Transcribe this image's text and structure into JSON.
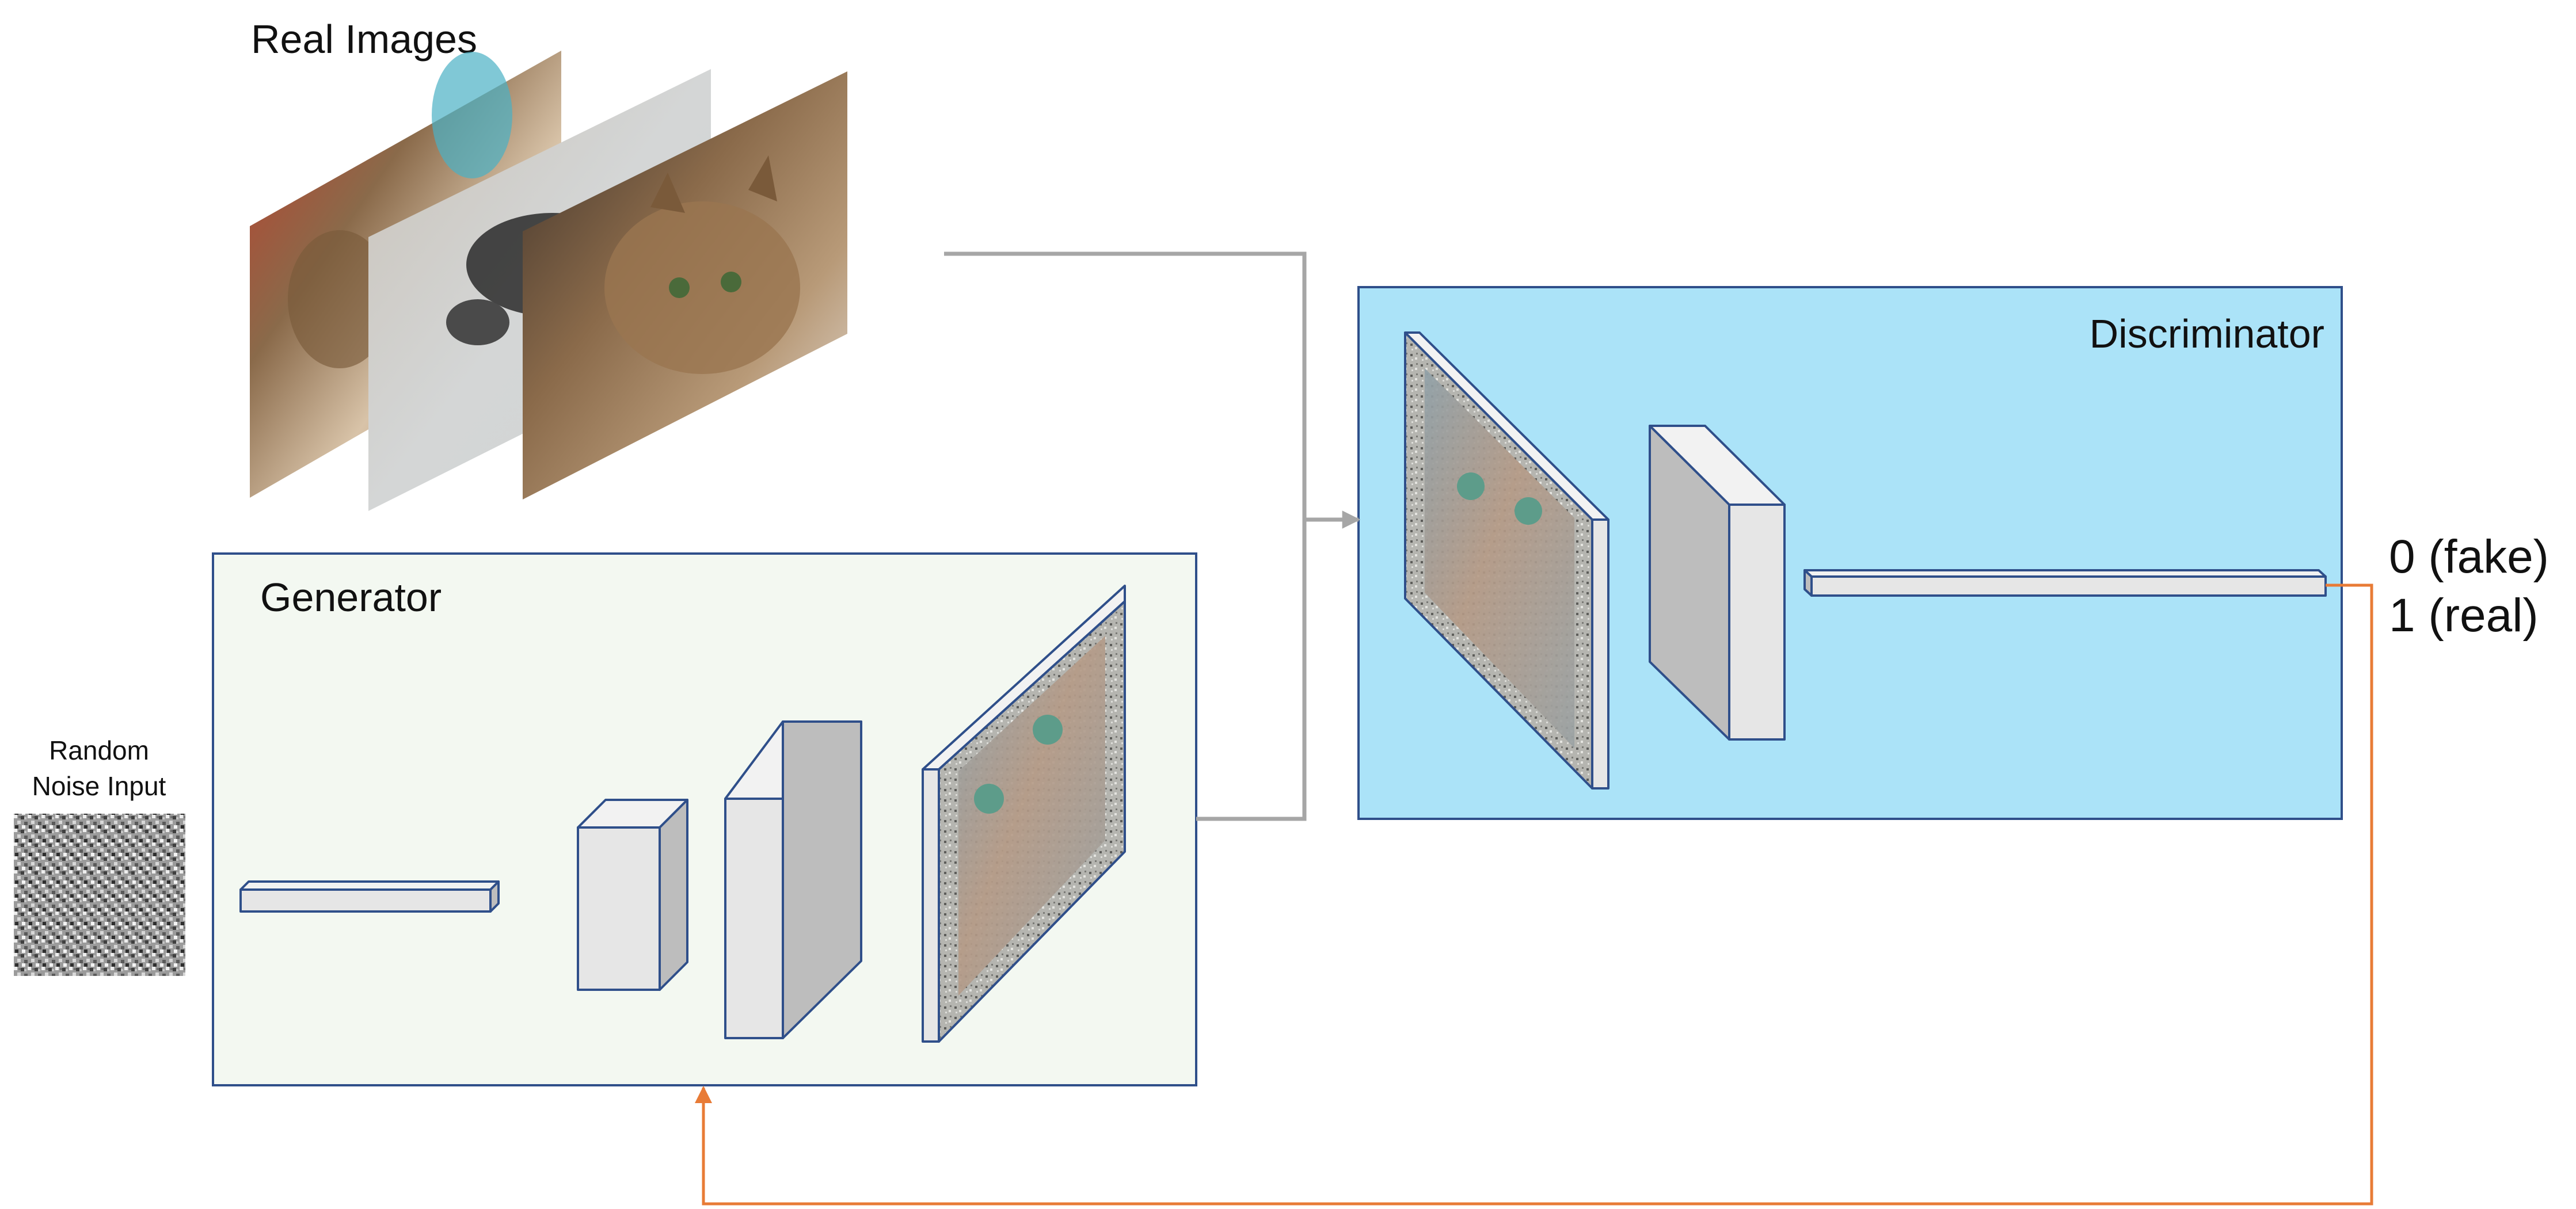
{
  "labels": {
    "real_images": "Real Images",
    "generator": "Generator",
    "discriminator": "Discriminator",
    "noise_line1": "Random",
    "noise_line2": "Noise Input",
    "output_fake": "0 (fake)",
    "output_real": "1 (real)"
  },
  "colors": {
    "generator_fill": "#f3f8f1",
    "discriminator_fill": "#abe3f8",
    "box_stroke": "#2f4f8a",
    "layer_front": "#e6e6e6",
    "layer_side": "#bdbdbd",
    "gray_arrow": "#a6a6a6",
    "feedback_arrow": "#e87b36"
  },
  "icons": {
    "real_photos": "cat-dog-photo-stack",
    "noise_patch": "random-noise-texture",
    "generated_image": "generated-cat-image"
  }
}
